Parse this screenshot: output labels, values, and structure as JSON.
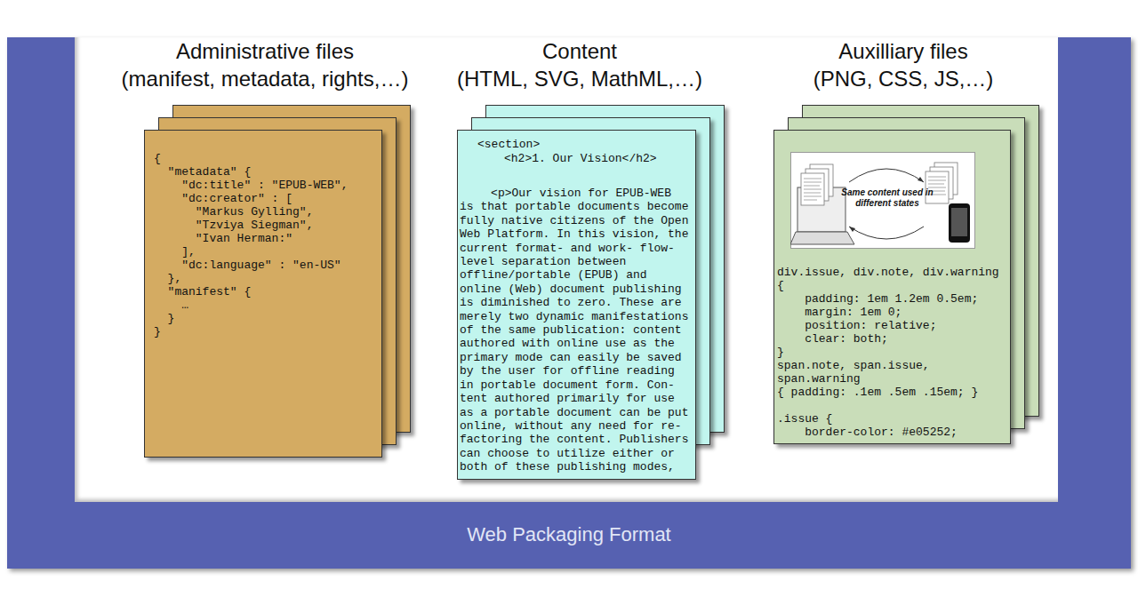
{
  "diagram": {
    "nodes": [
      {
        "text": [
          "Web Packaging Format"
        ]
      },
      {
        "text": [
          "Administrative files",
          "(manifest, metadata, rights,…)",
          "{",
          "  \"metadata\" {",
          "    \"dc:title\" : \"EPUB-WEB\",",
          "    \"dc:creator\" : [",
          "      \"Markus Gylling\",",
          "      \"Tzviya Siegman\",",
          "      \"Ivan Herman:\"",
          "    ],",
          "    \"dc:language\" : \"en-US\"",
          "  },",
          "  \"manifest\" {",
          "    …",
          "  }",
          "}"
        ],
        "in": 0
      },
      {
        "text": [
          "Content",
          "(HTML, SVG, MathML,…)",
          "<section>",
          "<h2>1. Our Vision</h2>",
          "<p>Our vision for EPUB-WEB is that portable documents become fully native citizens of the Open Web Platform. In this vision, the current format- and work- flow-level separation between offline/portable (EPUB) and online (Web) document publishing is diminished to zero. These are merely two dynamic manifestations of the same publication: content authored with online use as the primary mode can easily be saved by the user for offline reading in portable document form. Con- tent authored primarily for use as a portable document can be put online, without any need for re- factoring the content. Publishers can choose to utilize either or both of these publishing modes,"
        ],
        "in": 0
      },
      {
        "text": [
          "Auxilliary files",
          "(PNG, CSS, JS,…)",
          "div.issue, div.note, div.warning",
          "{",
          "    padding: 1em 1.2em 0.5em;",
          "    margin: 1em 0;",
          "    position: relative;",
          "    clear: both;",
          "}",
          "span.note, span.issue,",
          "span.warning",
          "{ padding: .1em .5em .15em; }",
          ".issue {",
          "    border-color: #e05252;"
        ],
        "in": 0
      }
    ],
    "labels": [
      "Same content used in different states"
    ]
  }
}
